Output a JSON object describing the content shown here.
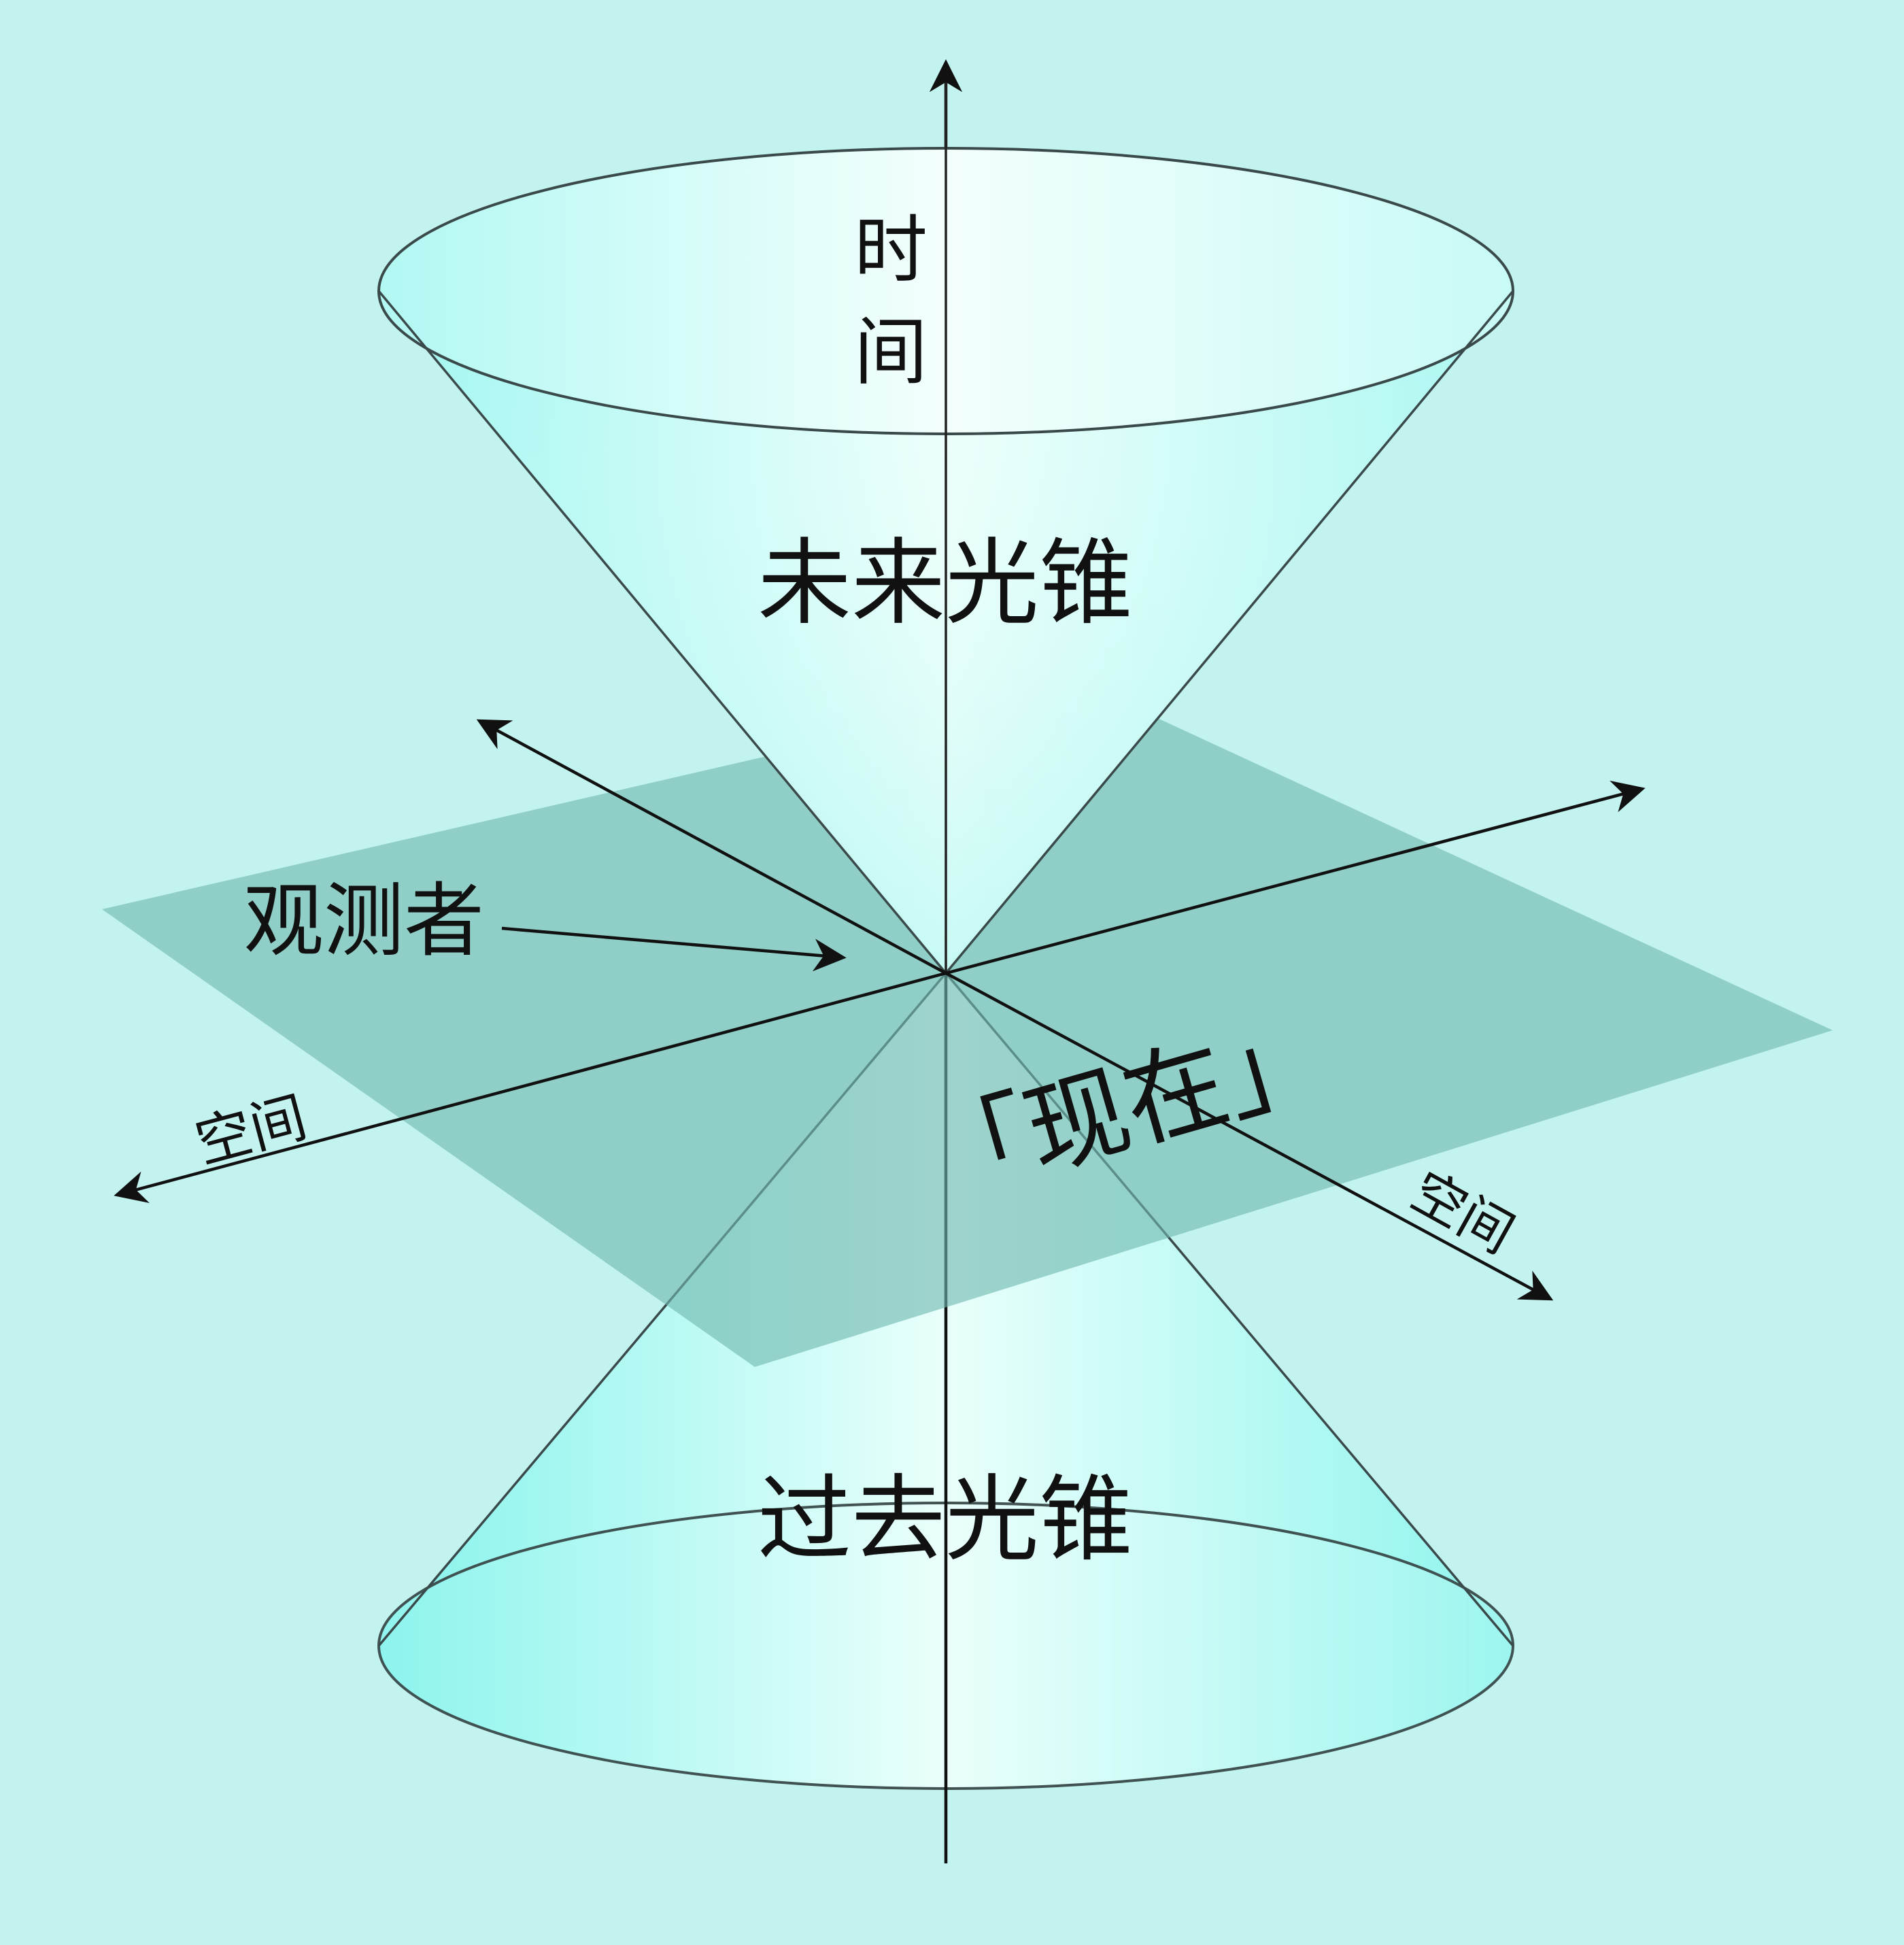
{
  "labels": {
    "time_axis": [
      "时",
      "间"
    ],
    "future_cone": "未来光锥",
    "past_cone": "过去光锥",
    "observer": "观测者",
    "present": "「现在」",
    "space_left": "空间",
    "space_right": "空间"
  },
  "colors": {
    "background": "#c3f3ef",
    "cone_fill": "#8ff5ee",
    "cone_highlight": "#f4fffd",
    "plane_fill": "#6fb8ae",
    "line": "#111111",
    "cone_edge": "#3a4a4a"
  }
}
